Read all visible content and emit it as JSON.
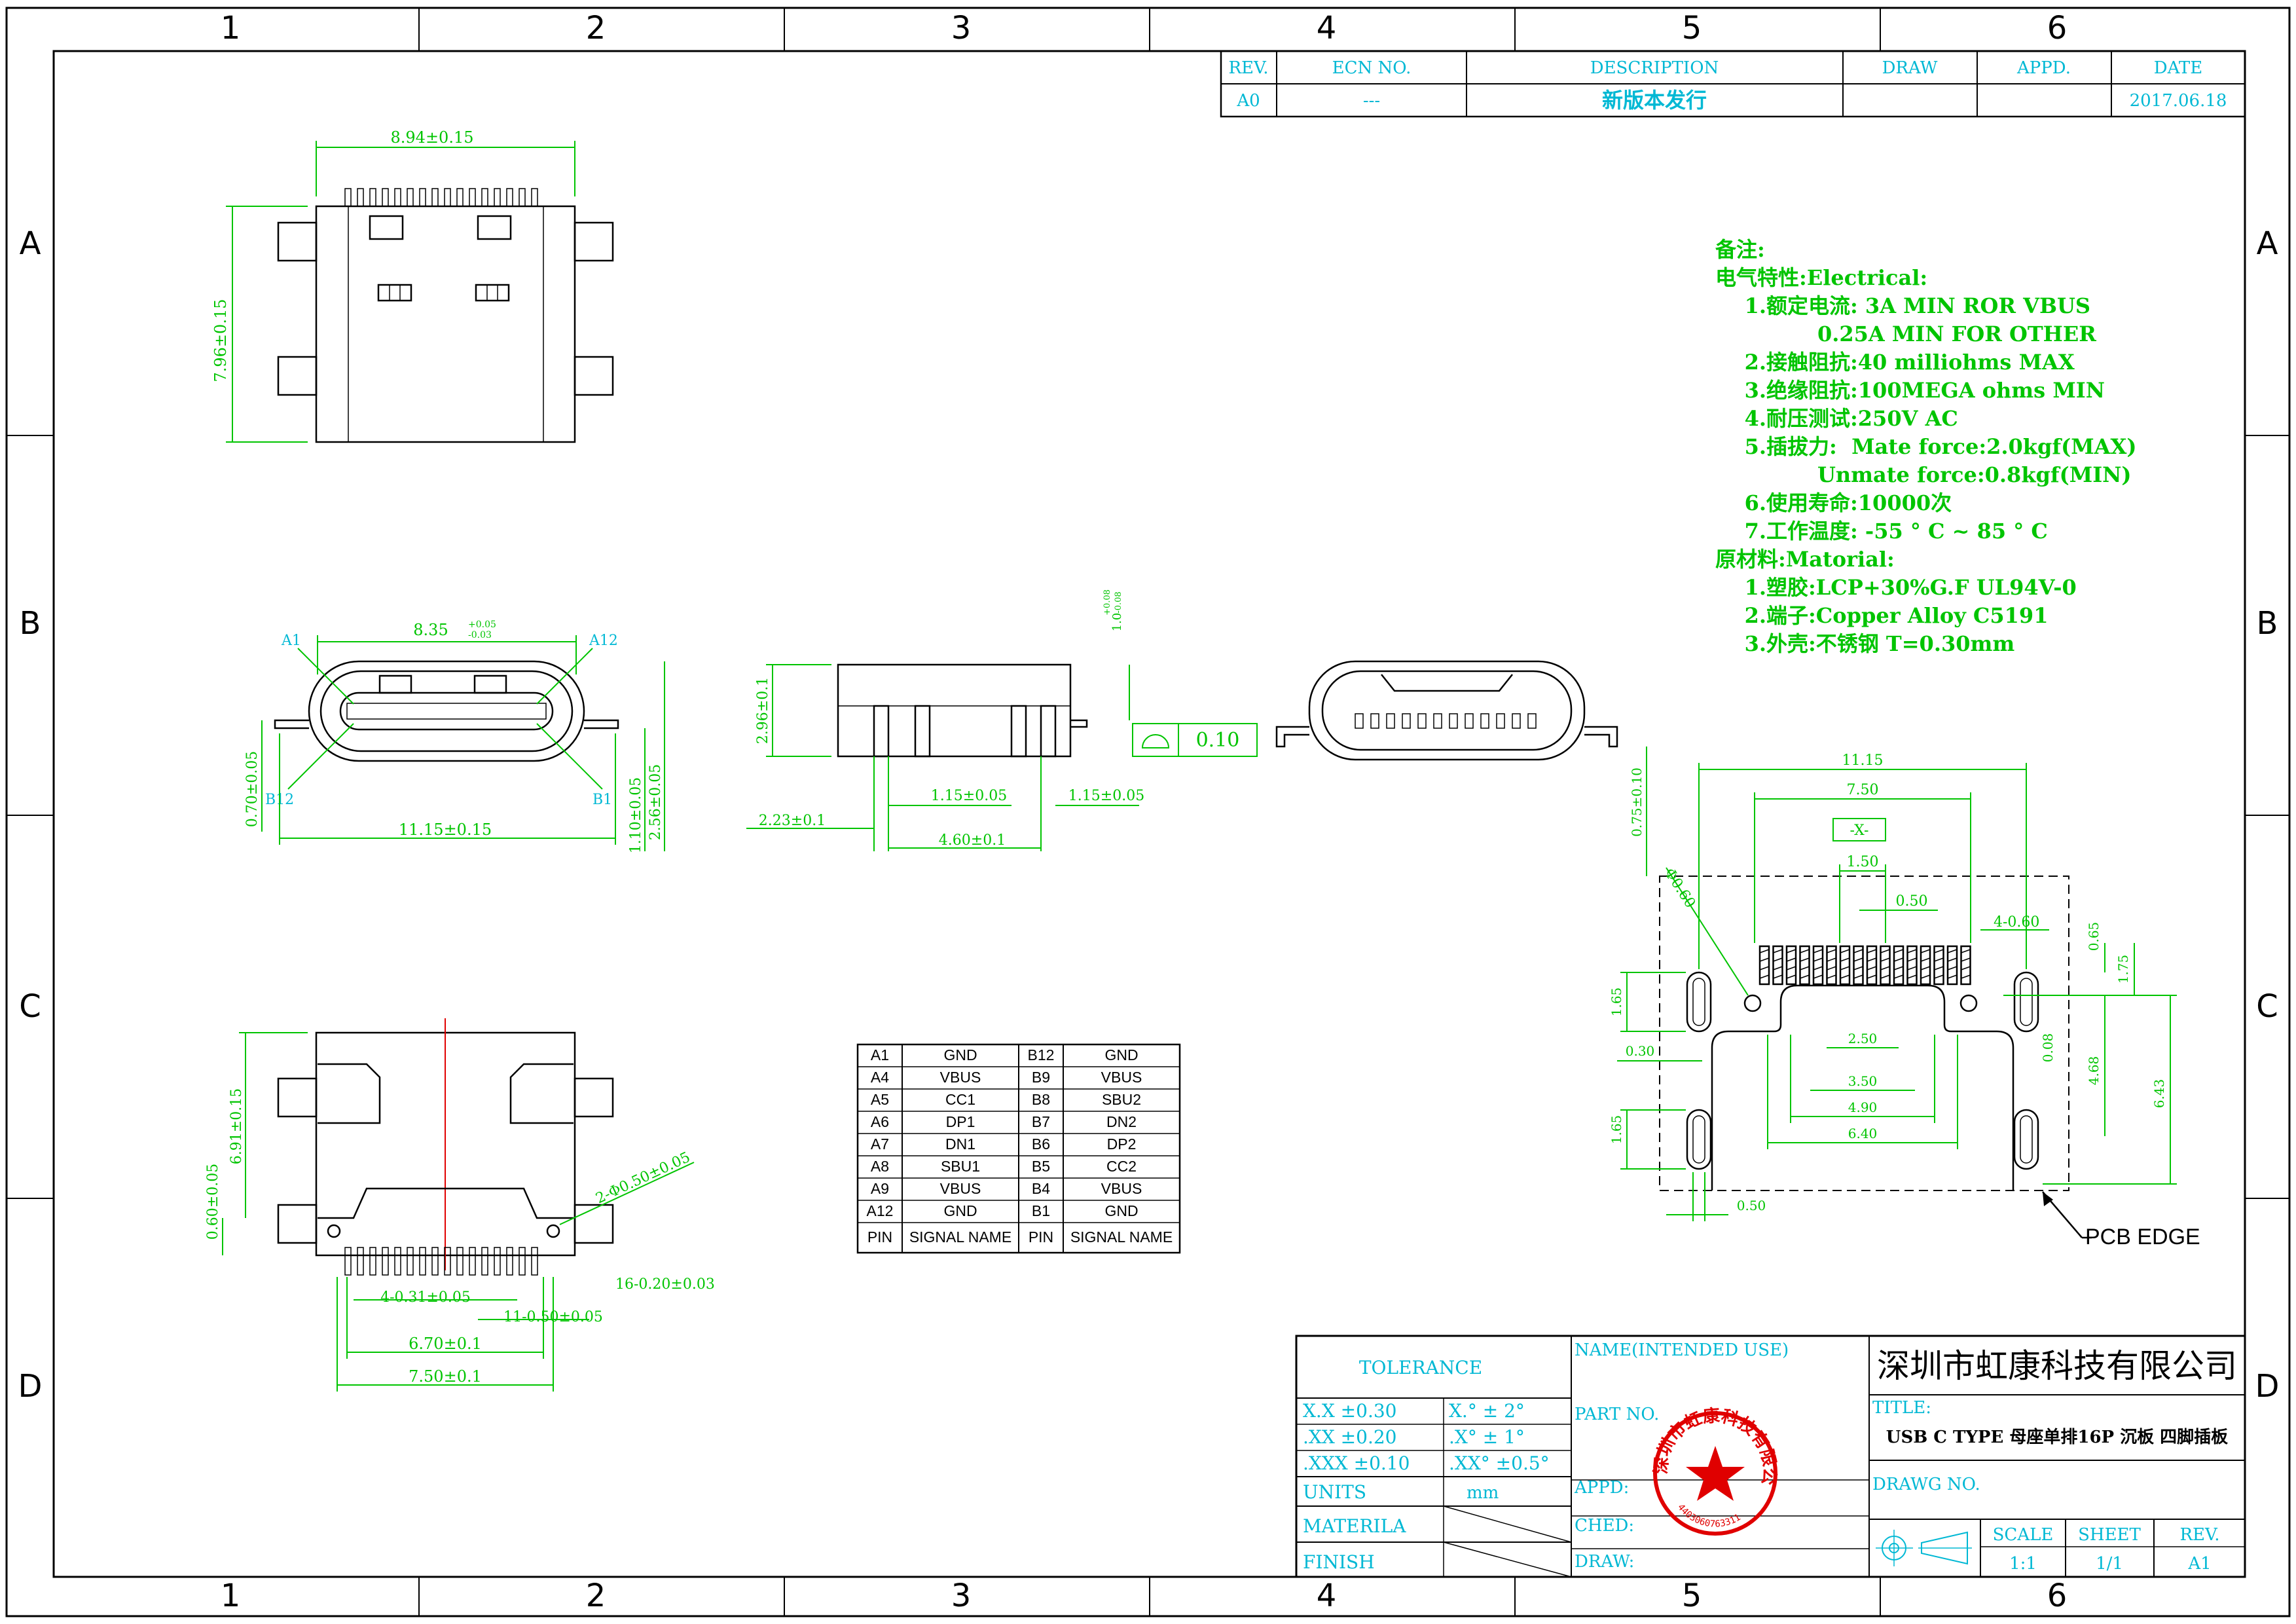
{
  "frame": {
    "cols": [
      "1",
      "2",
      "3",
      "4",
      "5",
      "6"
    ],
    "rows": [
      "A",
      "B",
      "C",
      "D"
    ]
  },
  "revision_table": {
    "headers": [
      "REV.",
      "ECN NO.",
      "DESCRIPTION",
      "DRAW",
      "APPD.",
      "DATE"
    ],
    "row": [
      "A0",
      "---",
      "新版本发行",
      "",
      "",
      "2017.06.18"
    ]
  },
  "notes": [
    "备注:",
    "电气特性:Electrical:",
    "    1.额定电流: 3A MIN ROR VBUS",
    "              0.25A MIN FOR OTHER",
    "    2.接触阻抗:40 milliohms MAX",
    "    3.绝缘阻抗:100MEGA ohms MIN",
    "    4.耐压测试:250V AC",
    "    5.插拔力:  Mate force:2.0kgf(MAX)",
    "              Unmate force:0.8kgf(MIN)",
    "    6.使用寿命:10000次",
    "    7.工作温度: -55 ° C ~ 85 ° C",
    "原材料:Matorial:",
    "    1.塑胶:LCP+30%G.F UL94V-0",
    "    2.端子:Copper Alloy C5191",
    "    3.外壳:不锈钢 T=0.30mm"
  ],
  "dims_top": {
    "width": "8.94±0.15",
    "height": "7.96±0.15"
  },
  "dims_front": {
    "a1": "A1",
    "a12": "A12",
    "b12": "B12",
    "b1": "B1",
    "width_main": "8.35",
    "width_tol_up": "+0.05",
    "width_tol_dn": "-0.03",
    "foot": "0.70±0.05",
    "total": "11.15±0.15",
    "h1": "1.10±0.05",
    "h2": "2.56±0.05"
  },
  "dims_side": {
    "h": "2.96±0.1",
    "t_main": "1.0",
    "t_up": "+0.08",
    "t_dn": "-0.08",
    "a": "1.15±0.05",
    "b": "1.15±0.05",
    "c": "2.23±0.1",
    "d": "4.60±0.1",
    "flatness": "0.10"
  },
  "dims_bottom": {
    "h1": "6.91±0.15",
    "h2": "0.60±0.05",
    "hole": "2-Φ0.50±0.05",
    "pins": "16-0.20±0.03",
    "p1": "4-0.31±0.05",
    "p2": "11-0.50±0.05",
    "w1": "6.70±0.1",
    "w2": "7.50±0.1"
  },
  "pcb": {
    "w_total": "11.15",
    "w_pads": "7.50",
    "datum": "-X-",
    "pad_w": "1.50",
    "pitch": "0.50",
    "slot": "4-0.60",
    "dia": "Φ0.60",
    "d065": "0.65",
    "d175": "1.75",
    "d165a": "1.65",
    "d030": "0.30",
    "d250": "2.50",
    "d350": "3.50",
    "d490": "4.90",
    "d640": "6.40",
    "d008": "0.08",
    "d468": "4.68",
    "d643": "6.43",
    "d165b": "1.65",
    "d050": "0.50",
    "d075": "0.75±0.10",
    "edge": "PCB EDGE"
  },
  "pin_table": {
    "rows": [
      [
        "A1",
        "GND",
        "B12",
        "GND"
      ],
      [
        "A4",
        "VBUS",
        "B9",
        "VBUS"
      ],
      [
        "A5",
        "CC1",
        "B8",
        "SBU2"
      ],
      [
        "A6",
        "DP1",
        "B7",
        "DN2"
      ],
      [
        "A7",
        "DN1",
        "B6",
        "DP2"
      ],
      [
        "A8",
        "SBU1",
        "B5",
        "CC2"
      ],
      [
        "A9",
        "VBUS",
        "B4",
        "VBUS"
      ],
      [
        "A12",
        "GND",
        "B1",
        "GND"
      ]
    ],
    "footer": [
      "PIN",
      "SIGNAL NAME",
      "PIN",
      "SIGNAL NAME"
    ]
  },
  "title_block": {
    "tolerance": "TOLERANCE",
    "tol_rows": [
      [
        "X.X  ±0.30",
        "X.°   ± 2°"
      ],
      [
        ".XX  ±0.20",
        ".X°   ± 1°"
      ],
      [
        ".XXX ±0.10",
        ".XX°  ±0.5°"
      ]
    ],
    "units_label": "UNITS",
    "units_value": "mm",
    "material_label": "MATERILA",
    "finish_label": "FINISH",
    "name_label": "NAME(INTENDED USE)",
    "part_label": "PART NO.",
    "appd_label": "APPD:",
    "ched_label": "CHED:",
    "draw_label": "DRAW:",
    "company": "深圳市虹康科技有限公司",
    "title_label": "TITLE:",
    "title_value": "USB C TYPE 母座单排16P 沉板 四脚插板",
    "drawg_label": "DRAWG NO.",
    "scale_label": "SCALE",
    "scale_value": "1:1",
    "sheet_label": "SHEET",
    "sheet_value": "1/1",
    "rev_label": "REV.",
    "rev_value": "A1",
    "stamp_text": "深圳市虹康科技有限公司",
    "stamp_num": "4403060763311"
  }
}
